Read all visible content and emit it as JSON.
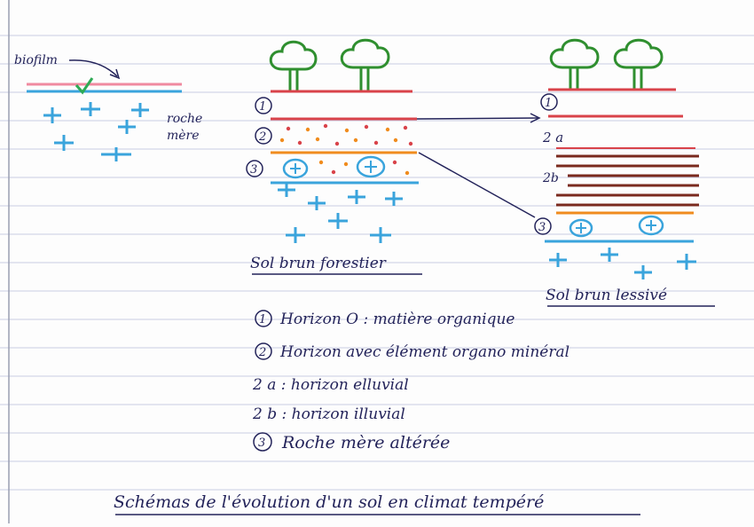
{
  "labels": {
    "biofilm": "biofilm",
    "roche_mere_line1": "roche",
    "roche_mere_line2": "mère",
    "num_1": "1",
    "num_2": "2",
    "num_3": "3",
    "label_2a": "2 a",
    "label_2b": "2b",
    "sol_brun_forestier": "Sol brun forestier",
    "sol_brun_lessive": "Sol brun lessivé"
  },
  "legend": [
    {
      "num": "1",
      "text": "Horizon O : matière organique"
    },
    {
      "num": "2",
      "text": "Horizon avec élément organo minéral"
    },
    {
      "num": "",
      "text": "2 a : horizon elluvial"
    },
    {
      "num": "",
      "text": "2 b : horizon illuvial"
    },
    {
      "num": "3",
      "text": "Roche mère altérée"
    }
  ],
  "caption": "Schémas de l'évolution d'un sol en climat tempéré",
  "colors": {
    "paper": "#fdfdfd",
    "ruled_line": "#c9cde4",
    "margin_line": "#9a9fb2",
    "ink": "#23235a",
    "tree_green": "#2f8f2f",
    "red": "#d9434a",
    "pink": "#f08aa0",
    "blue": "#3aa4dc",
    "orange": "#f08c1e",
    "brown": "#7a2a1e",
    "check_green": "#2eaa55"
  },
  "icons": [
    "tree-icon",
    "rock-fragment-icon",
    "plus-mark-icon",
    "check-icon"
  ]
}
